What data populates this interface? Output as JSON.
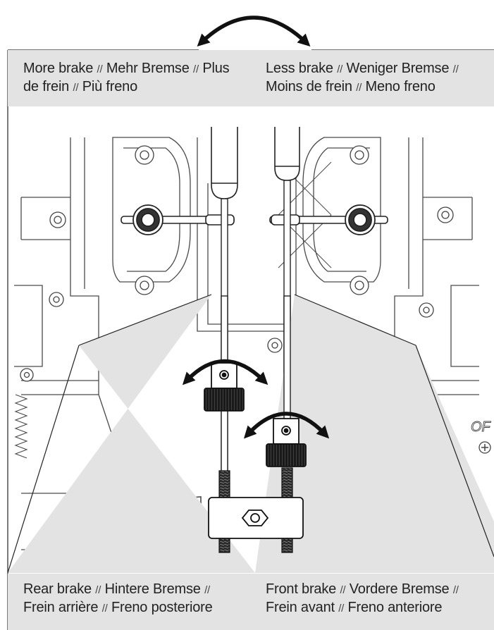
{
  "labels": {
    "more_brake": [
      "More brake",
      "Mehr Bremse",
      "Plus",
      "de frein",
      "Più freno"
    ],
    "less_brake": [
      "Less brake",
      "Weniger Bremse",
      "Moins de frein",
      "Meno freno"
    ],
    "rear_brake": [
      "Rear brake",
      "Hintere Bremse",
      "Frein arrière",
      "Freno posteriore"
    ],
    "front_brake": [
      "Front brake",
      "Vordere Bremse",
      "Frein avant",
      "Freno anteriore"
    ],
    "separator": "//"
  },
  "chassis_text": {
    "off_mark": "OF"
  },
  "colors": {
    "panel": "#e3e3e3",
    "line": "#3a3a3a",
    "arrow": "#111111",
    "text": "#222222"
  }
}
